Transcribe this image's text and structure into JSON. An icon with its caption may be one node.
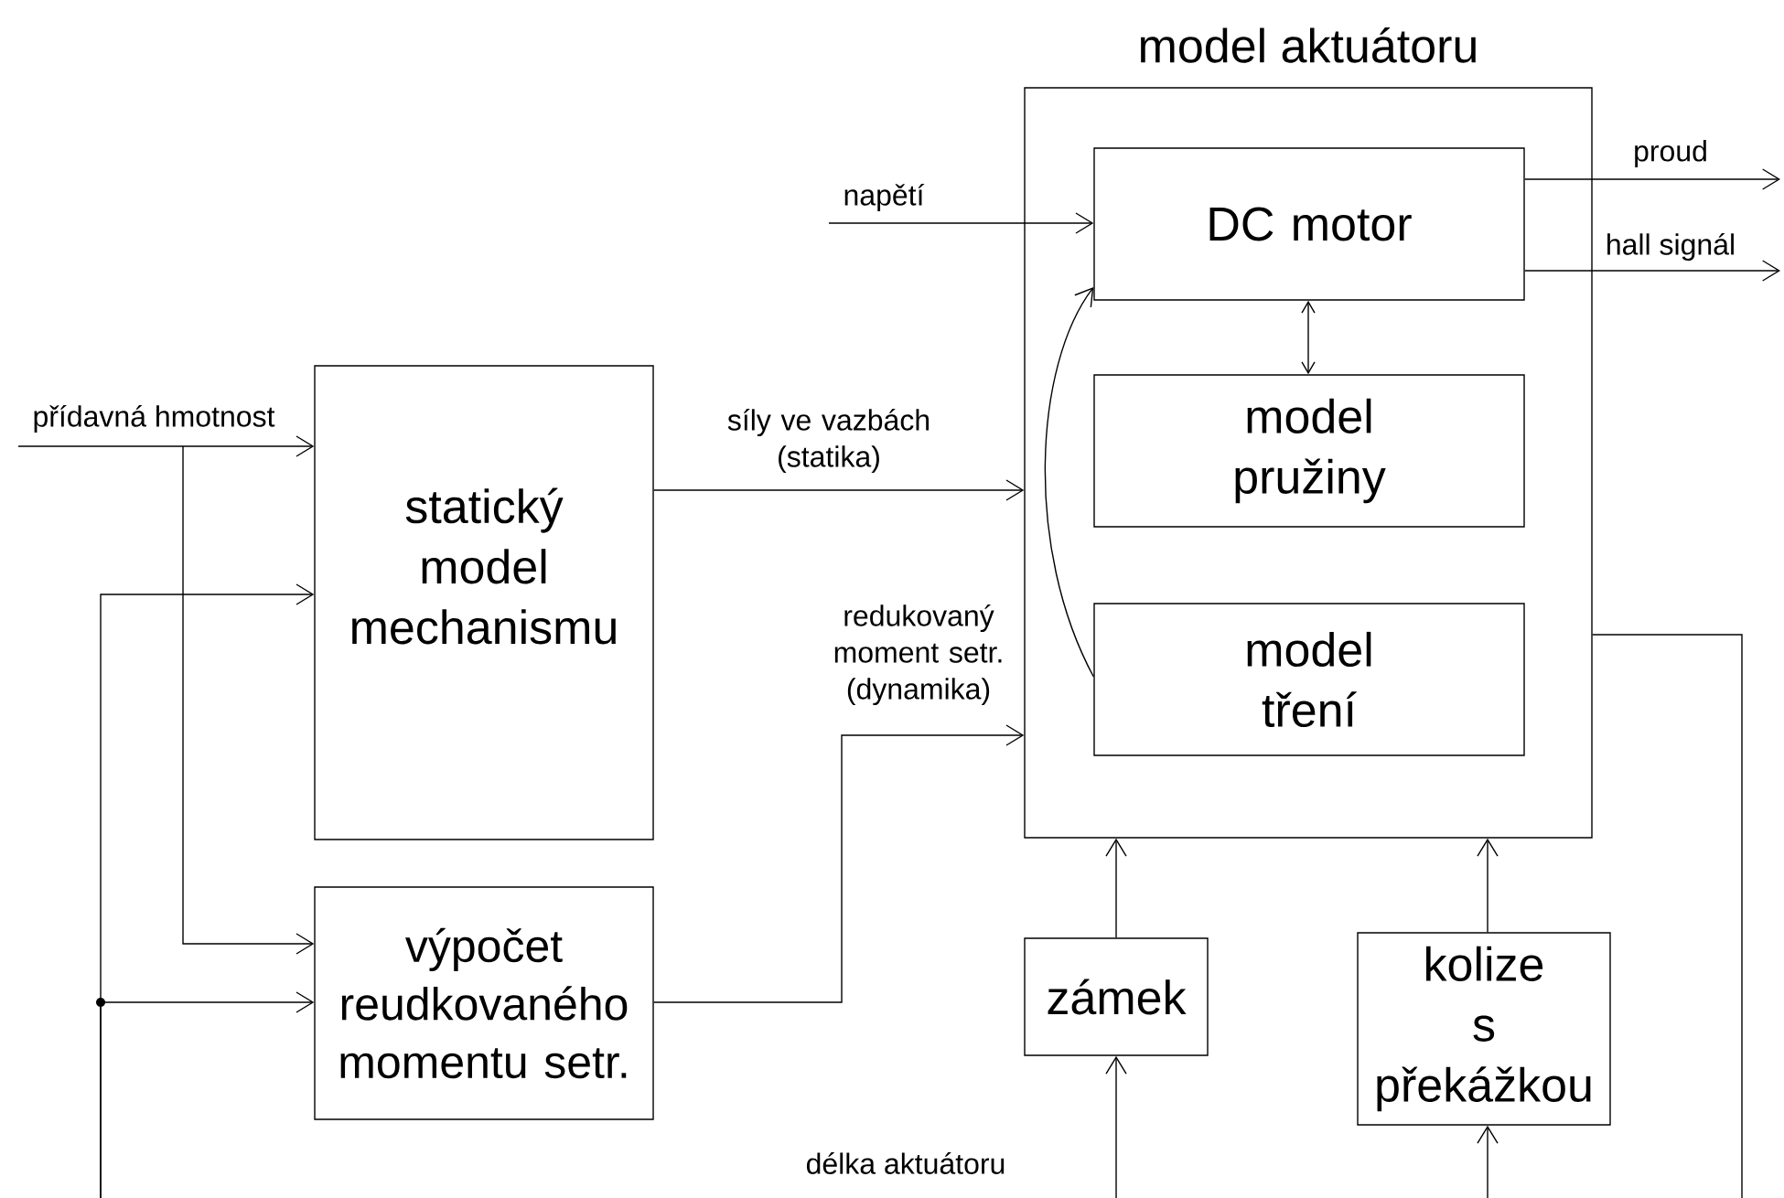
{
  "diagram": {
    "nodes": [
      {
        "text": [
          "statický model mechanismu"
        ]
      },
      {
        "text": [
          "výpočet reudkovaného momentu setr."
        ]
      },
      {
        "text": [
          "model aktuátoru"
        ]
      },
      {
        "text": [
          "DC motor"
        ],
        "in": 2
      },
      {
        "text": [
          "model pružiny"
        ],
        "in": 2
      },
      {
        "text": [
          "model tření"
        ],
        "in": 2
      },
      {
        "text": [
          "zámek"
        ]
      },
      {
        "text": [
          "kolize s překážkou"
        ]
      }
    ],
    "edges": [
      {
        "from": null,
        "to": 0,
        "arrow": "to",
        "label": "přídavná hmotnost"
      },
      {
        "from": null,
        "to": 1,
        "arrow": "to"
      },
      {
        "from": null,
        "to": 0,
        "arrow": "to"
      },
      {
        "from": null,
        "to": 1,
        "arrow": "to"
      },
      {
        "from": 0,
        "to": 2,
        "arrow": "to",
        "label": "síly ve vazbách (statika)"
      },
      {
        "from": 1,
        "to": 2,
        "arrow": "to",
        "label": "redukovaný moment setr. (dynamika)"
      },
      {
        "from": null,
        "to": 3,
        "arrow": "to",
        "label": "napětí"
      },
      {
        "from": 3,
        "to": null,
        "arrow": "to",
        "label": "proud"
      },
      {
        "from": 3,
        "to": null,
        "arrow": "to",
        "label": "hall signál"
      },
      {
        "from": 3,
        "to": 4,
        "arrow": "both"
      },
      {
        "from": 5,
        "to": 3,
        "arrow": "to"
      },
      {
        "from": 6,
        "to": 2,
        "arrow": "to"
      },
      {
        "from": 7,
        "to": 2,
        "arrow": "to"
      },
      {
        "from": null,
        "to": 6,
        "arrow": "to",
        "label": "délka aktuátoru"
      },
      {
        "from": null,
        "to": 7,
        "arrow": "to"
      },
      {
        "from": 2,
        "to": null,
        "arrow": "none"
      }
    ]
  }
}
